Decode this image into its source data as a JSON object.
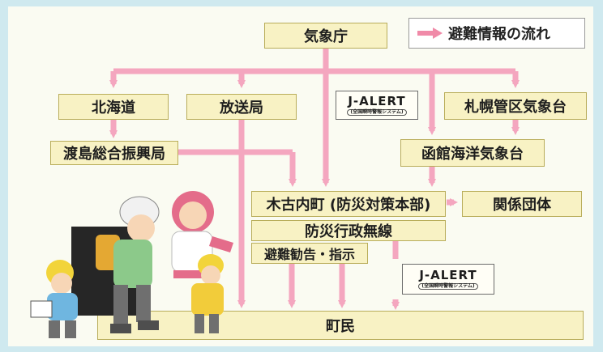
{
  "legend": {
    "label": "避難情報の流れ",
    "arrow_color": "#f08aa8"
  },
  "colors": {
    "flow": "#f4a6bf",
    "box_fill": "#f8f2c4",
    "box_border": "#b9ad5a"
  },
  "nodes": {
    "jma": "気象庁",
    "hokkaido": "北海道",
    "broadcasters": "放送局",
    "jalert_top": {
      "title": "J-ALERT",
      "sub": "(全国瞬時警報システム)"
    },
    "sapporo": "札幌管区気象台",
    "oshima": "渡島総合振興局",
    "hakodate": "函館海洋気象台",
    "town_hq": "木古内町 (防災対策本部)",
    "related": "関係団体",
    "radio": "防災行政無線",
    "evacuation": "避難勧告・指示",
    "jalert_bottom": {
      "title": "J-ALERT",
      "sub": "(全国瞬時警報システム)"
    },
    "residents": "町民"
  }
}
